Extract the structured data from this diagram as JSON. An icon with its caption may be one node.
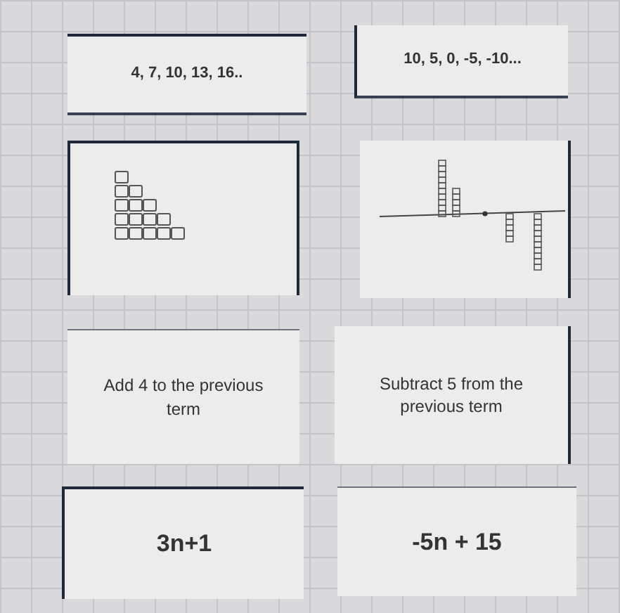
{
  "diagram": {
    "nodes": [
      {
        "text": [
          "4, 7, 10, 13, 16.."
        ]
      },
      {
        "text": [
          "10, 5, 0, -5, -10..."
        ]
      },
      {
        "text": [],
        "shape": "picture"
      },
      {
        "text": [],
        "shape": "picture"
      },
      {
        "text": [
          "Add 4 to the previous term"
        ]
      },
      {
        "text": [
          "Subtract 5 from the previous term"
        ]
      },
      {
        "text": [
          "3n+1"
        ]
      },
      {
        "text": [
          "-5n + 15"
        ]
      }
    ]
  }
}
